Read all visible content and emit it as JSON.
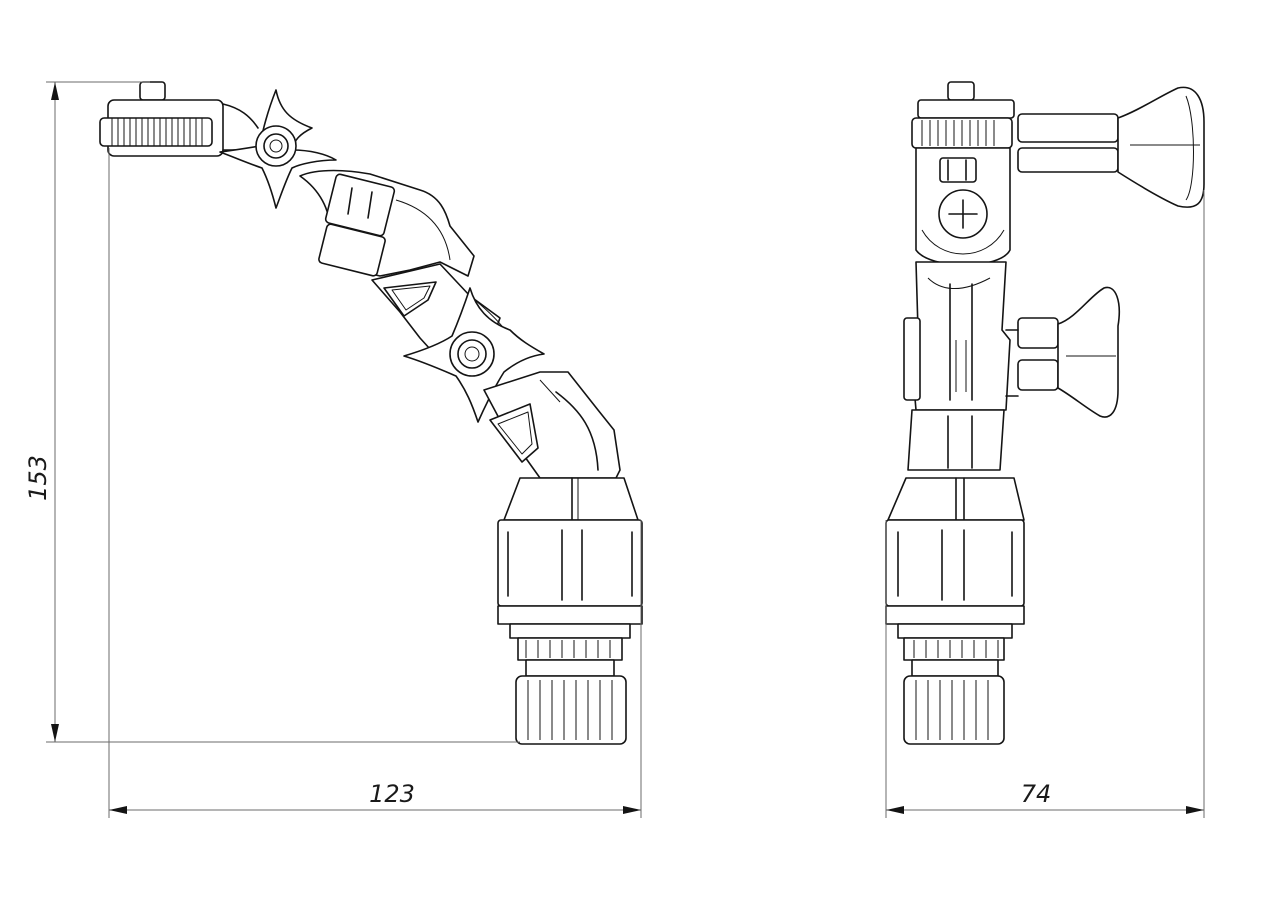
{
  "dimensions": {
    "height_label": "153",
    "side_width_label": "123",
    "front_width_label": "74"
  },
  "colors": {
    "line": "#141414",
    "dimension_line": "#6b6b6b",
    "background": "#ffffff"
  }
}
